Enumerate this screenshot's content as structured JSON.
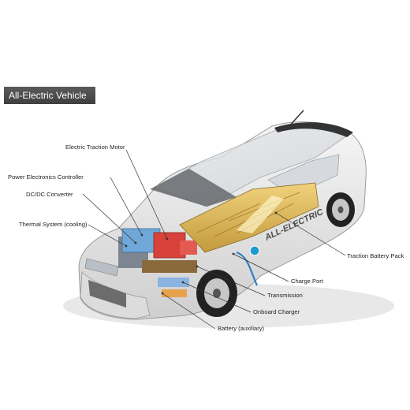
{
  "title": "All-Electric Vehicle",
  "labels": {
    "motor": "Electric Traction Motor",
    "controller": "Power Electronics Controller",
    "dcdc": "DC/DC Converter",
    "thermal": "Thermal System (cooling)",
    "battery_pack": "Traction Battery Pack",
    "charge_port": "Charge Port",
    "transmission": "Transmission",
    "onboard_charger": "Onboard Charger",
    "aux_battery": "Battery (auxiliary)"
  },
  "body_text": "ALL-ELECTRIC",
  "colors": {
    "title_bg": "#4a4a4a",
    "battery_gold": "#d9b45a",
    "controller_blue": "#6fa8d8",
    "motor_red": "#d8423a",
    "charge_cable": "#2f7fc4"
  }
}
